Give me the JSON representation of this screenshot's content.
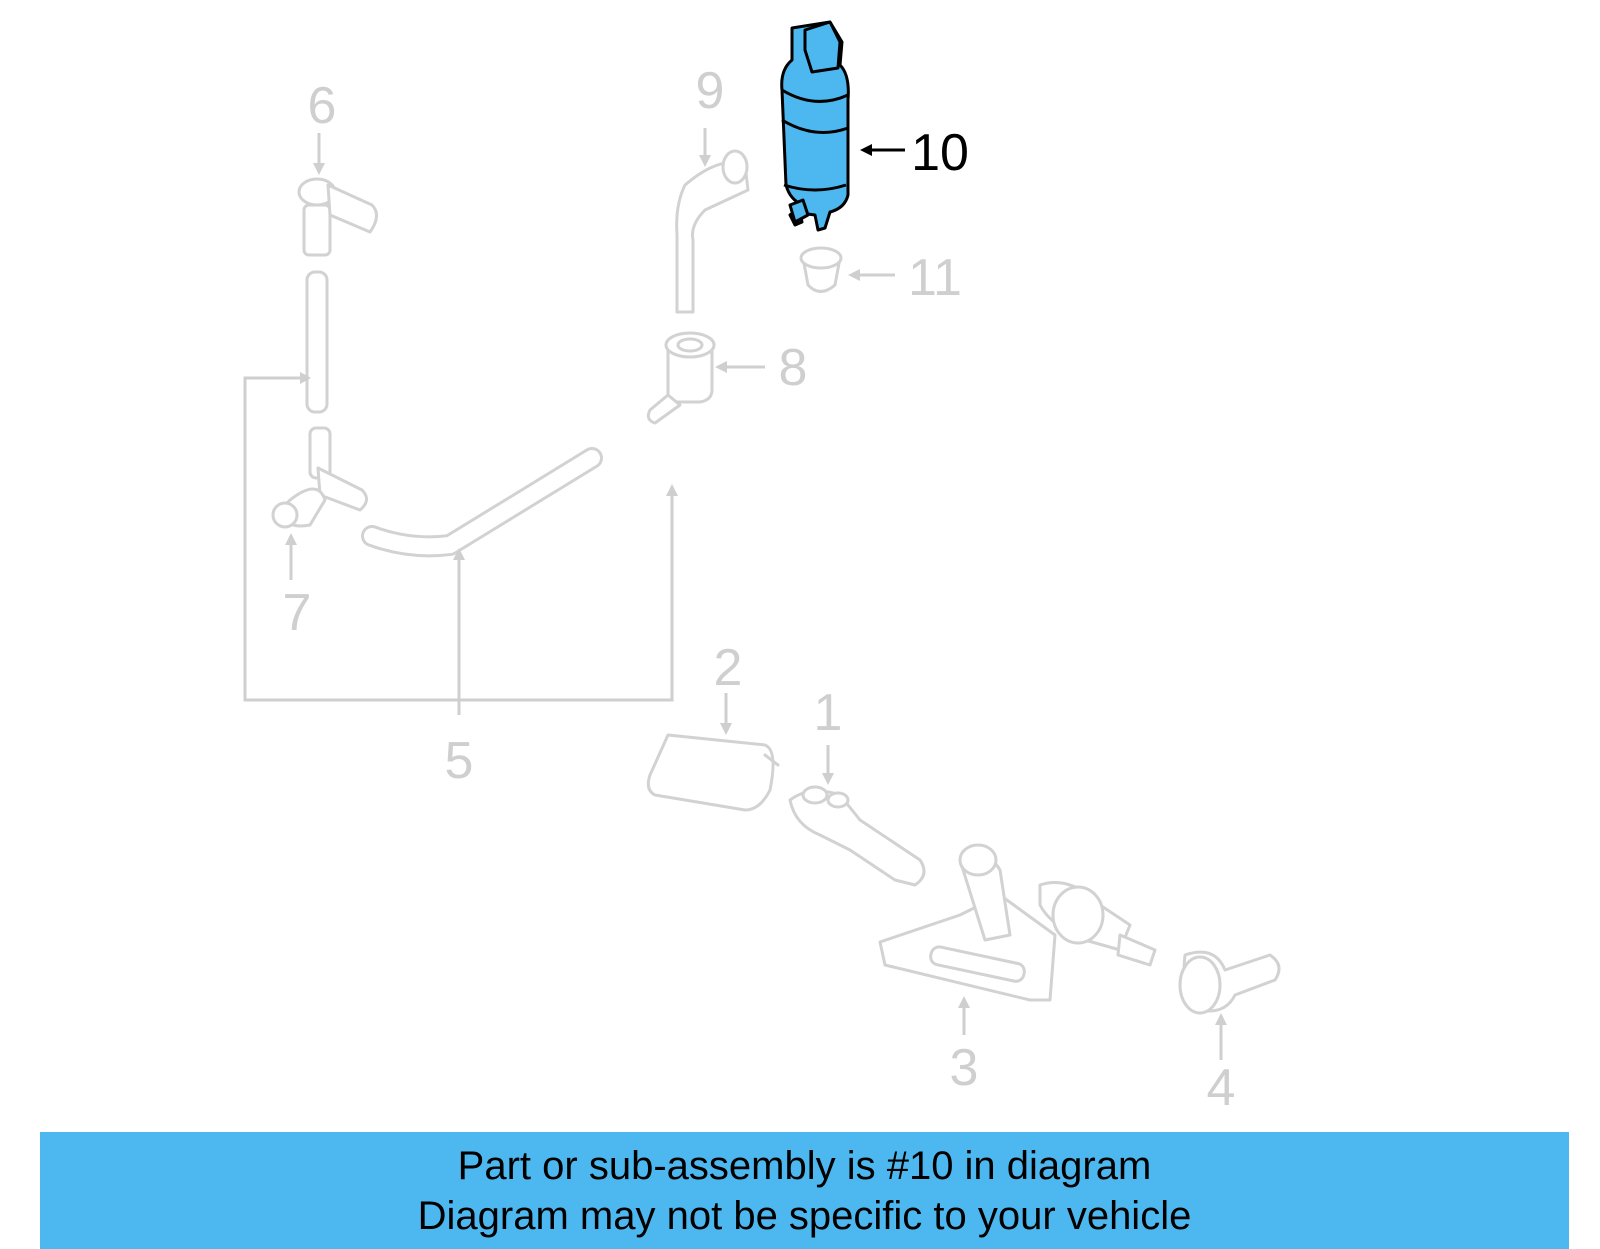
{
  "diagram": {
    "highlight_color": "#4db8f0",
    "highlighted_part": "10",
    "callouts": [
      "1",
      "2",
      "3",
      "4",
      "5",
      "6",
      "7",
      "8",
      "9",
      "10",
      "11"
    ]
  },
  "banner": {
    "line1": "Part or sub-assembly is #10 in diagram",
    "line2": "Diagram may not be specific to your vehicle",
    "background": "#4db8f0"
  }
}
